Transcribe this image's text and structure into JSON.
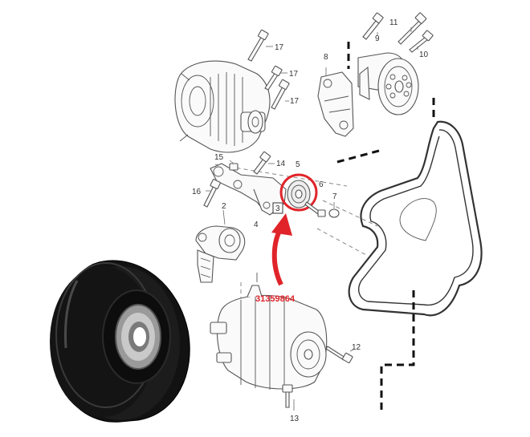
{
  "callouts": {
    "c2": "2",
    "c3": "3",
    "c4": "4",
    "c5": "5",
    "c6": "6",
    "c7": "7",
    "c8": "8",
    "c9": "9",
    "c10": "10",
    "c11": "11",
    "c12": "12",
    "c13": "13",
    "c14": "14",
    "c15": "15",
    "c16": "16",
    "c17a": "17",
    "c17b": "17",
    "c17c": "17"
  },
  "part_number": "31359864",
  "colors": {
    "highlight": "#e0242a",
    "pulley": "#121212",
    "line_art": "#555555"
  }
}
